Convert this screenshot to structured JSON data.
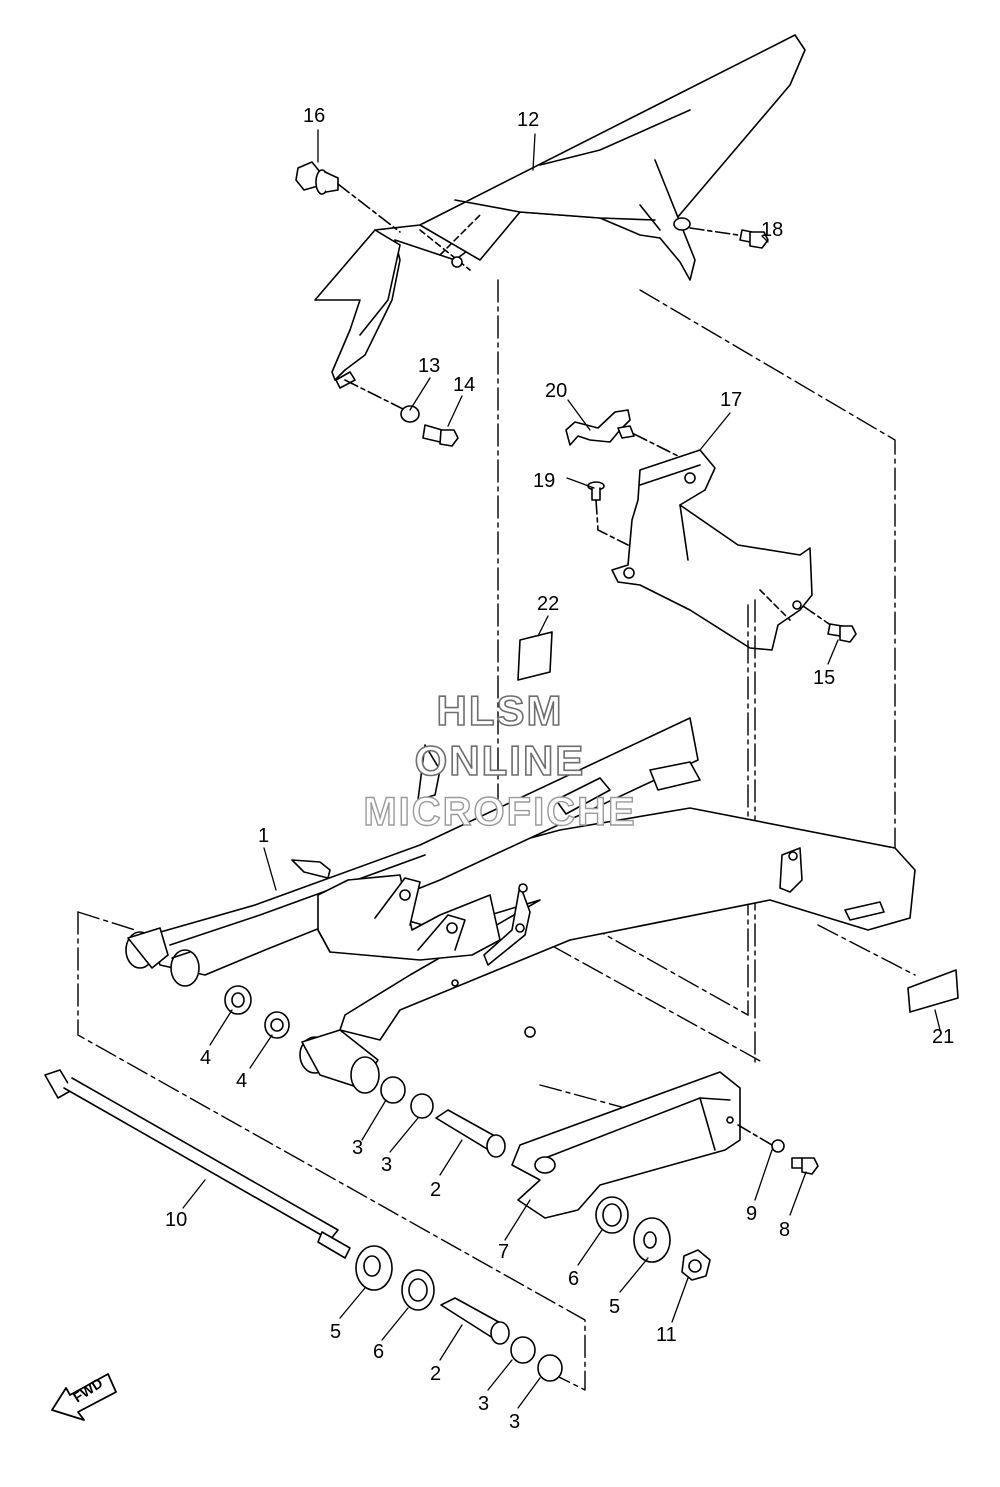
{
  "watermark": {
    "line1": "HLSM",
    "line2": "ONLINE",
    "line3": "MICROFICHE"
  },
  "direction_label": "FWD",
  "callouts": [
    {
      "id": "c1",
      "label": "1"
    },
    {
      "id": "c2a",
      "label": "2"
    },
    {
      "id": "c2b",
      "label": "2"
    },
    {
      "id": "c3a",
      "label": "3"
    },
    {
      "id": "c3b",
      "label": "3"
    },
    {
      "id": "c3c",
      "label": "3"
    },
    {
      "id": "c3d",
      "label": "3"
    },
    {
      "id": "c4a",
      "label": "4"
    },
    {
      "id": "c4b",
      "label": "4"
    },
    {
      "id": "c5a",
      "label": "5"
    },
    {
      "id": "c5b",
      "label": "5"
    },
    {
      "id": "c6a",
      "label": "6"
    },
    {
      "id": "c6b",
      "label": "6"
    },
    {
      "id": "c7",
      "label": "7"
    },
    {
      "id": "c8",
      "label": "8"
    },
    {
      "id": "c9",
      "label": "9"
    },
    {
      "id": "c10",
      "label": "10"
    },
    {
      "id": "c11",
      "label": "11"
    },
    {
      "id": "c12",
      "label": "12"
    },
    {
      "id": "c13",
      "label": "13"
    },
    {
      "id": "c14",
      "label": "14"
    },
    {
      "id": "c15",
      "label": "15"
    },
    {
      "id": "c16",
      "label": "16"
    },
    {
      "id": "c17",
      "label": "17"
    },
    {
      "id": "c18",
      "label": "18"
    },
    {
      "id": "c19",
      "label": "19"
    },
    {
      "id": "c20",
      "label": "20"
    },
    {
      "id": "c21",
      "label": "21"
    },
    {
      "id": "c22",
      "label": "22"
    }
  ]
}
